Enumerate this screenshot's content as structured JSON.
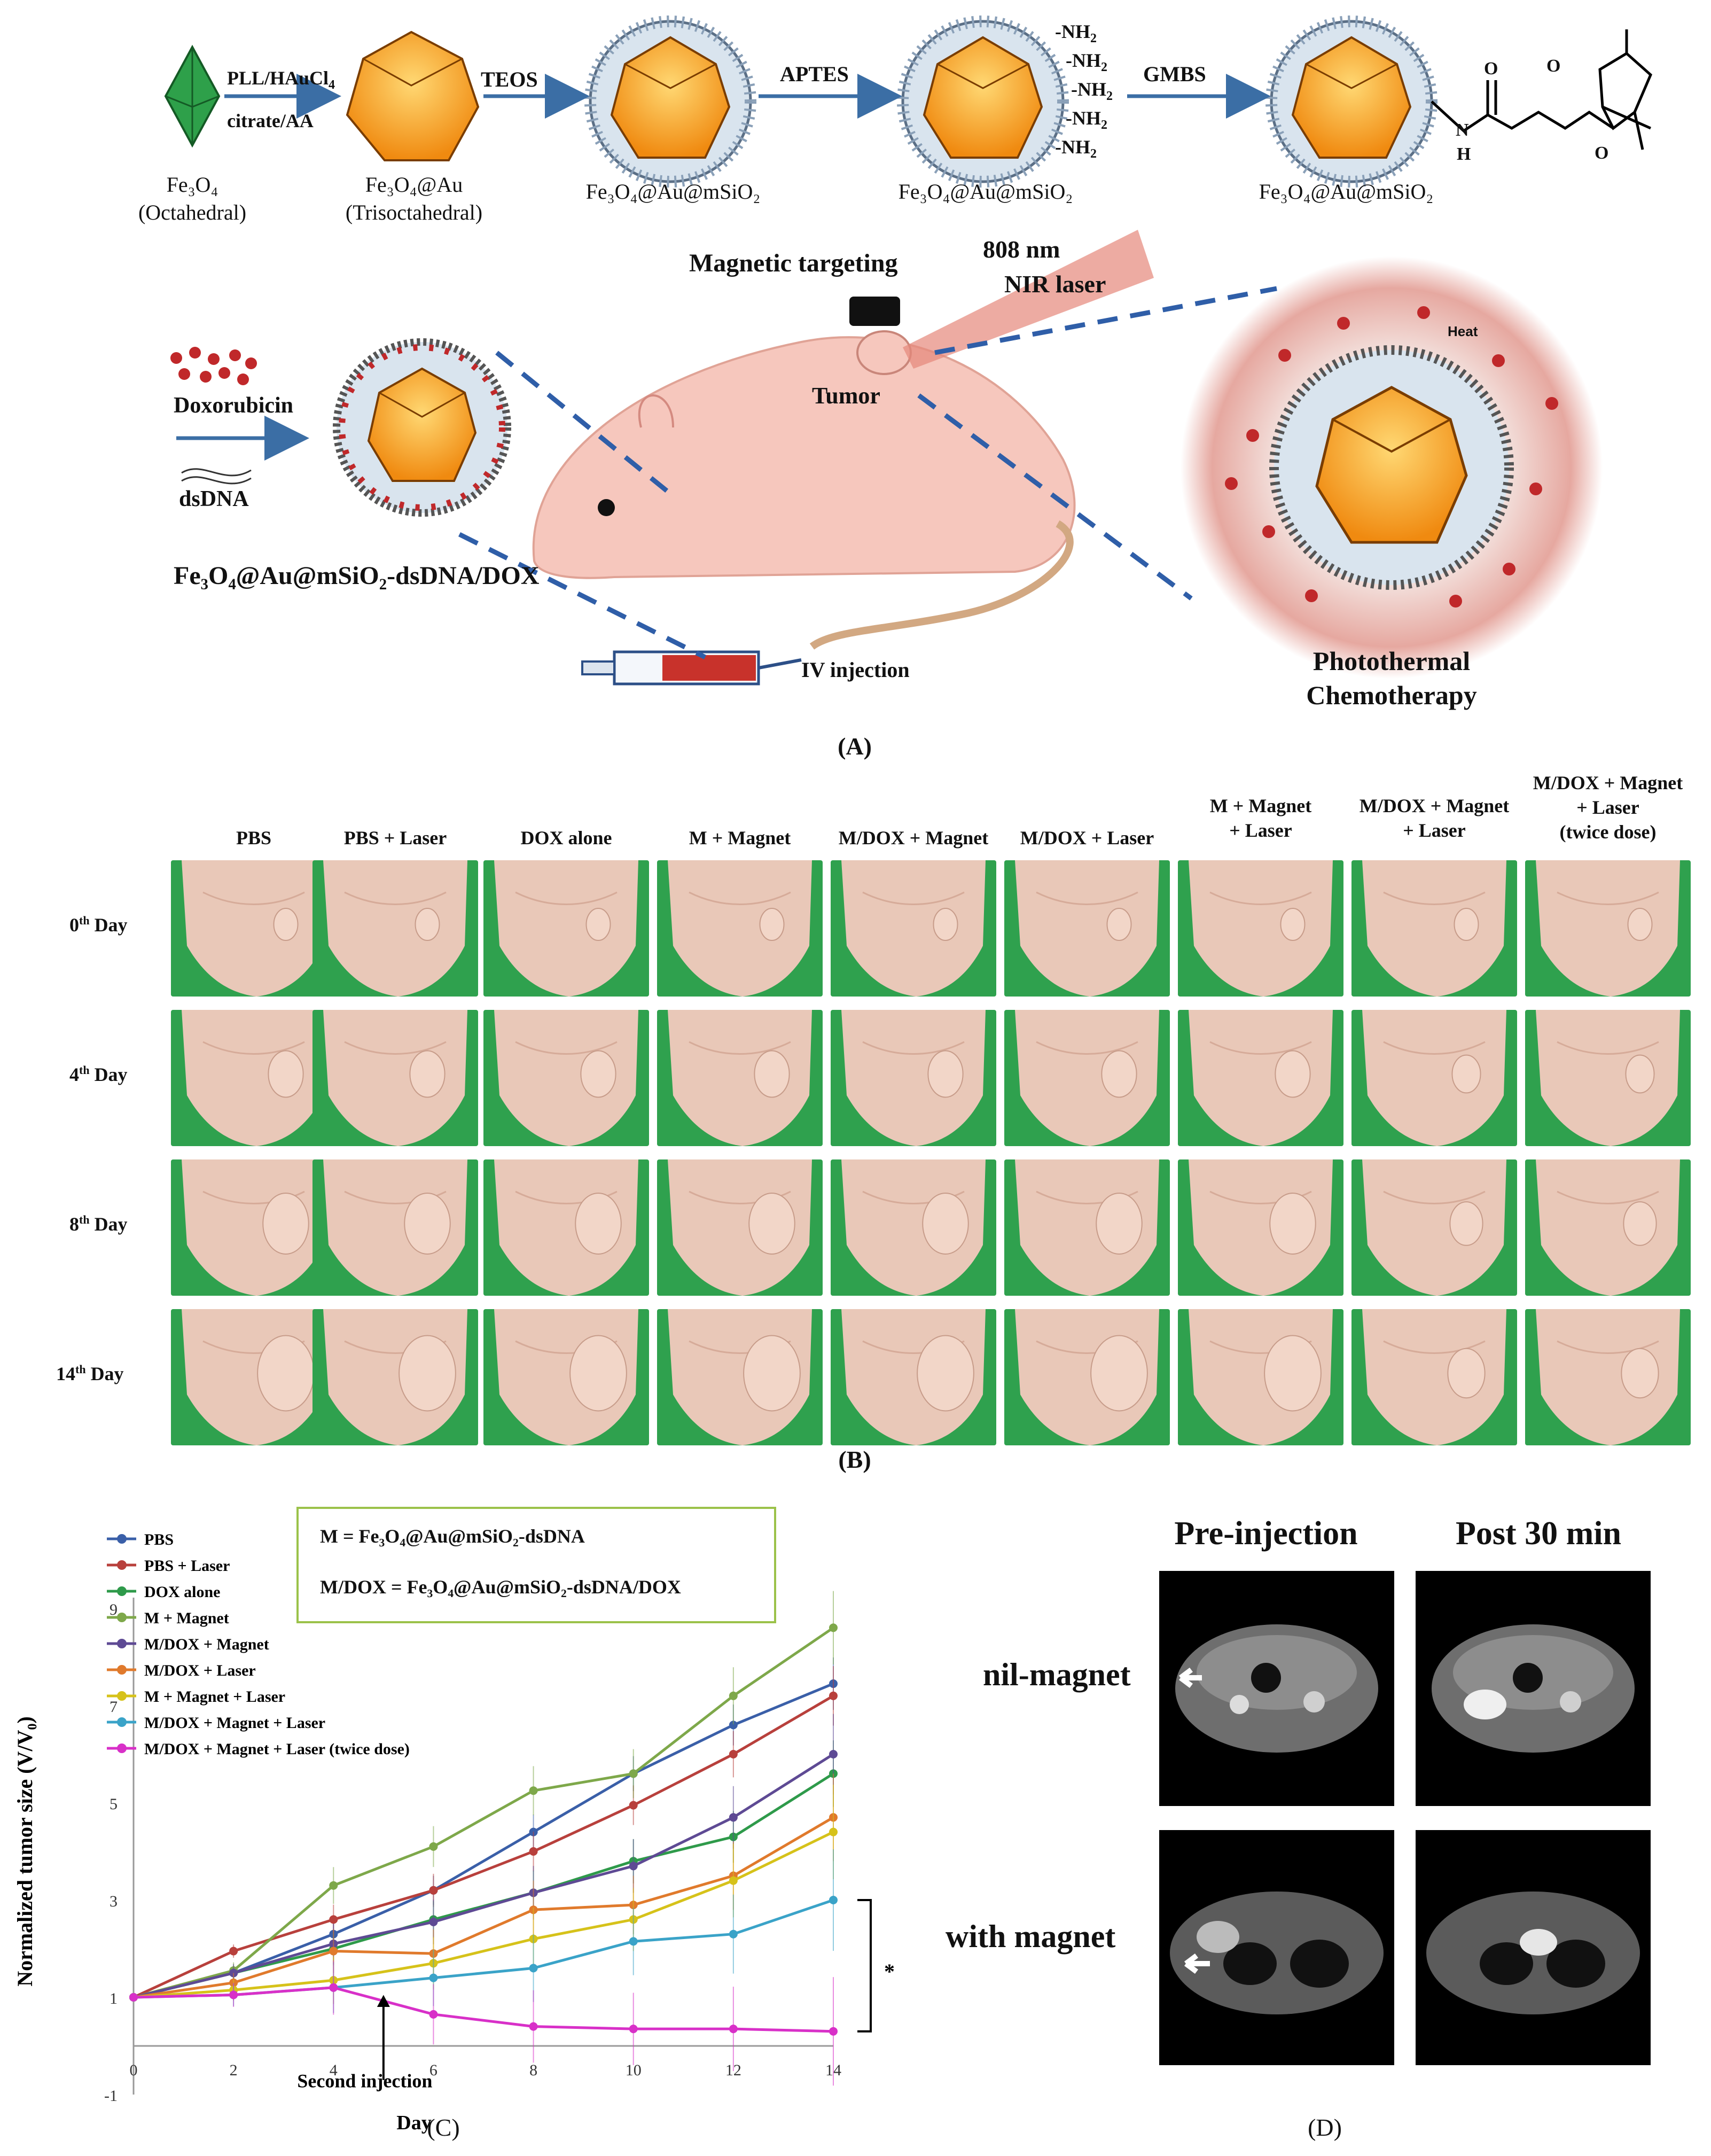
{
  "panelA": {
    "label": "(A)",
    "reagents": [
      "PLL/HAuCl",
      "citrate/AA",
      "TEOS",
      "APTES",
      "GMBS"
    ],
    "amines": [
      "-NH",
      "-NH",
      "-NH",
      "-NH",
      "-NH"
    ],
    "amide_n": "N",
    "amide_h": "H",
    "carbonyl_o": "O",
    "structures": [
      {
        "name": "Fe₃O₄",
        "sub": "(Octahedral)"
      },
      {
        "name": "Fe₃O₄@Au",
        "sub": "(Trisoctahedral)"
      },
      {
        "name": "Fe₃O₄@Au@mSiO₂",
        "sub": ""
      },
      {
        "name": "Fe₃O₄@Au@mSiO₂",
        "sub": ""
      },
      {
        "name": "Fe₃O₄@Au@mSiO₂",
        "sub": ""
      }
    ],
    "doxorubicin": "Doxorubicin",
    "dsdna": "dsDNA",
    "complex": "Fe₃O₄@Au@mSiO₂-dsDNA/DOX",
    "magnetic_targeting": "Magnetic targeting",
    "laser_nm": "808 nm",
    "laser_type": "NIR laser",
    "tumor": "Tumor",
    "heat": "Heat",
    "iv_injection": "IV injection",
    "therapy_1": "Photothermal",
    "therapy_2": "Chemotherapy"
  },
  "panelB": {
    "label": "(B)",
    "columns": [
      [
        "PBS"
      ],
      [
        "PBS + Laser"
      ],
      [
        "DOX alone"
      ],
      [
        "M + Magnet"
      ],
      [
        "M/DOX + Magnet"
      ],
      [
        "M/DOX + Laser"
      ],
      [
        "M + Magnet",
        "+ Laser"
      ],
      [
        "M/DOX + Magnet",
        "+ Laser"
      ],
      [
        "M/DOX + Magnet",
        "+ Laser",
        "(twice dose)"
      ]
    ],
    "rows": [
      {
        "num": "0",
        "sup": "th",
        "word": " Day"
      },
      {
        "num": "4",
        "sup": "th",
        "word": " Day"
      },
      {
        "num": "8",
        "sup": "th",
        "word": " Day"
      },
      {
        "num": "14",
        "sup": "th",
        "word": " Day"
      }
    ]
  },
  "panelC": {
    "label": "(C)",
    "def_m": "M =  Fe₃O₄@Au@mSiO₂-dsDNA",
    "def_mdox": "M/DOX = Fe₃O₄@Au@mSiO₂-dsDNA/DOX",
    "annotation": "Second injection",
    "significance": "*"
  },
  "panelD": {
    "label": "(D)",
    "col_headers": [
      "Pre-injection",
      "Post 30 min"
    ],
    "row_labels": [
      "nil-magnet",
      "with magnet"
    ]
  },
  "chart_data": {
    "type": "line",
    "title": "",
    "xlabel": "Day",
    "ylabel": "Normalized tumor size (V/V₀)",
    "x": [
      0,
      2,
      4,
      6,
      8,
      10,
      12,
      14
    ],
    "xlim": [
      0,
      14
    ],
    "ylim": [
      -1,
      9
    ],
    "yticks": [
      -1,
      1,
      3,
      5,
      7,
      9
    ],
    "xticks": [
      0,
      2,
      4,
      6,
      8,
      10,
      12,
      14
    ],
    "legend_position": "top-left",
    "grid": false,
    "series": [
      {
        "name": "PBS",
        "color": "#3a5fa8",
        "values": [
          1,
          1.5,
          2.3,
          3.2,
          4.4,
          5.6,
          6.6,
          7.45
        ]
      },
      {
        "name": "PBS + Laser",
        "color": "#b8403c",
        "values": [
          1,
          1.95,
          2.6,
          3.2,
          4.0,
          4.95,
          6.0,
          7.2
        ]
      },
      {
        "name": "DOX alone",
        "color": "#2e9a4a",
        "values": [
          1,
          1.5,
          2.0,
          2.6,
          3.15,
          3.8,
          4.3,
          5.6
        ]
      },
      {
        "name": "M + Magnet",
        "color": "#7ea84a",
        "values": [
          1,
          1.55,
          3.3,
          4.1,
          5.25,
          5.6,
          7.2,
          8.6
        ]
      },
      {
        "name": "M/DOX + Magnet",
        "color": "#5e4a94",
        "values": [
          1,
          1.5,
          2.1,
          2.55,
          3.15,
          3.7,
          4.7,
          6.0
        ]
      },
      {
        "name": "M/DOX + Laser",
        "color": "#e07a2c",
        "values": [
          1,
          1.3,
          1.95,
          1.9,
          2.8,
          2.9,
          3.5,
          4.7
        ]
      },
      {
        "name": "M + Magnet + Laser",
        "color": "#d6c21a",
        "values": [
          1,
          1.15,
          1.35,
          1.7,
          2.2,
          2.6,
          3.4,
          4.4
        ]
      },
      {
        "name": "M/DOX + Magnet + Laser",
        "color": "#3aa3c8",
        "values": [
          1,
          1.05,
          1.2,
          1.4,
          1.6,
          2.15,
          2.3,
          3.0
        ]
      },
      {
        "name": "M/DOX + Magnet + Laser (twice dose)",
        "color": "#d830c8",
        "values": [
          1,
          1.05,
          1.2,
          0.65,
          0.4,
          0.35,
          0.35,
          0.3
        ]
      }
    ],
    "error_bars": [
      0,
      0.2,
      0.45,
      0.5,
      0.6,
      0.6,
      0.7,
      0.9
    ]
  }
}
